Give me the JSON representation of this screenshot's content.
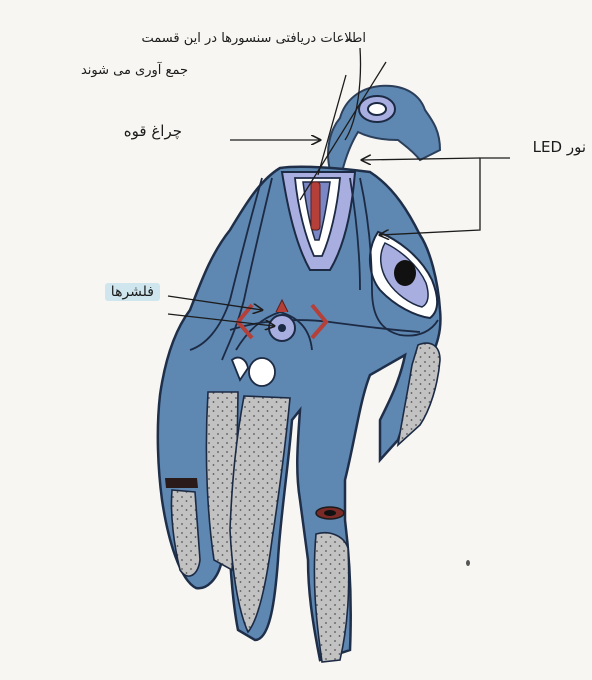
{
  "labels": {
    "sensor_info_line1": "اطلاعات دریافتی سنسورها در این قسمت",
    "sensor_info_line2": "جمع آوری می شوند",
    "power_light": "چراغ قوه",
    "led_light": "نور LED",
    "flashers": "فلشرها"
  },
  "colors": {
    "glove_blue": "#5e87b1",
    "glove_light": "#9cb4d6",
    "panel_lavender": "#a9aee0",
    "fingertip_gray": "#bdbdbd",
    "red_accent": "#b5403a",
    "ink": "#1c1c1c",
    "highlight": "#cfe6ee"
  }
}
